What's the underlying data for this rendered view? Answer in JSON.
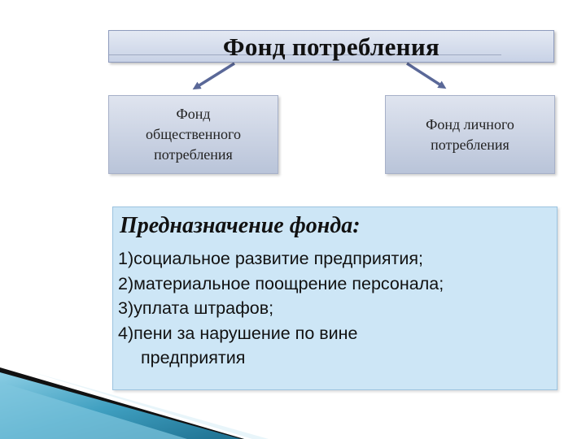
{
  "title": "Фонд потребления",
  "left_box": "Фонд\nобщественного\nпотребления",
  "right_box": "Фонд личного\nпотребления",
  "purpose": {
    "heading": "Предназначение фонда:",
    "items": [
      "1)социальное развитие предприятия;",
      "2)материальное поощрение персонала;",
      "3)уплата штрафов;",
      "4)пени за нарушение по вине",
      "предприятия"
    ]
  },
  "colors": {
    "arrow": "#5a6898",
    "purpose_bg": "#cde6f6",
    "corner_teal": "#2f8fb0"
  },
  "icons": [
    "arrow-left-down-icon",
    "arrow-right-down-icon"
  ]
}
